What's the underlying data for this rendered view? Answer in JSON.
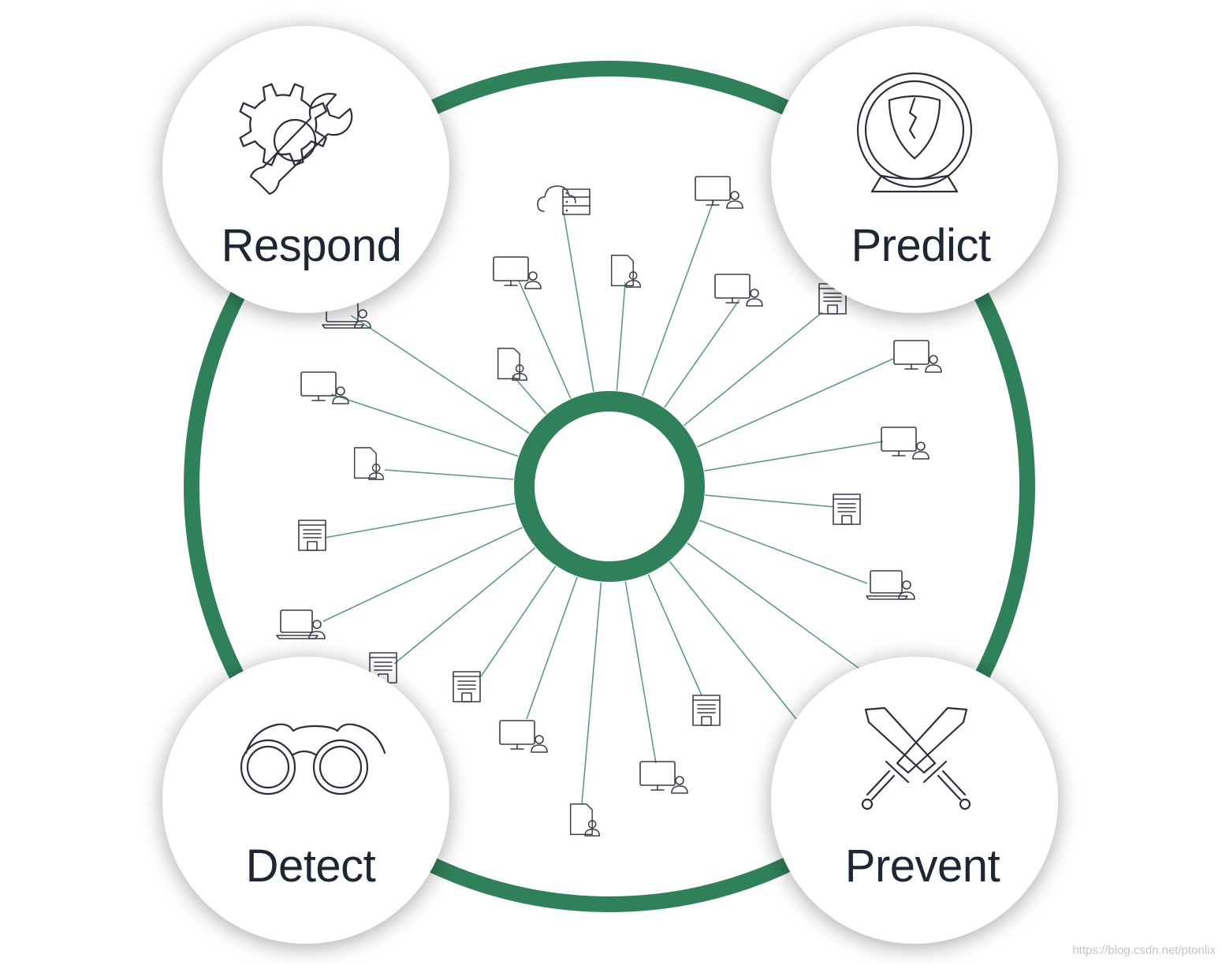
{
  "phases": {
    "respond": {
      "label": "Respond",
      "icon": "gear-wrench-icon"
    },
    "predict": {
      "label": "Predict",
      "icon": "crystal-ball-shield-icon"
    },
    "detect": {
      "label": "Detect",
      "icon": "binoculars-icon"
    },
    "prevent": {
      "label": "Prevent",
      "icon": "crossed-swords-icon"
    }
  },
  "colors": {
    "ring": "#2f8159",
    "spoke": "#5a9e7a",
    "text": "#1e2533",
    "icon_stroke": "#2a2f3a"
  },
  "watermark": "https://blog.csdn.net/ptonlix"
}
